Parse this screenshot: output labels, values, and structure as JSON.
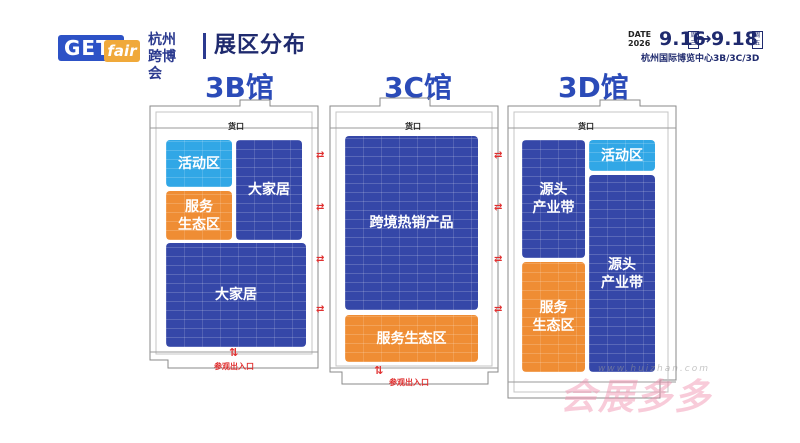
{
  "header": {
    "logo_get": "GET",
    "logo_fair": "fair",
    "logo_cn_line1": "杭州",
    "logo_cn_line2": "跨博会",
    "title": "展区分布",
    "date_word": "DATE",
    "date_year": "2026",
    "date_start": "9.16",
    "date_start_day1": "周",
    "date_start_day2": "三",
    "date_arrow": "→",
    "date_end": "9.18",
    "date_end_day1": "周",
    "date_end_day2": "五",
    "venue": "杭州国际博览中心3B/3C/3D"
  },
  "halls": [
    {
      "name": "3B馆",
      "cargo_label": "货口",
      "entrance_label": "参观出入口",
      "zones": [
        {
          "label_lines": [
            "活动区"
          ],
          "color": "cyan"
        },
        {
          "label_lines": [
            "大家居"
          ],
          "color": "blue"
        },
        {
          "label_lines": [
            "服务",
            "生态区"
          ],
          "color": "orange"
        },
        {
          "label_lines": [
            "大家居"
          ],
          "color": "blue"
        }
      ]
    },
    {
      "name": "3C馆",
      "cargo_label": "货口",
      "entrance_label": "参观出入口",
      "zones": [
        {
          "label_lines": [
            "跨境热销产品"
          ],
          "color": "blue"
        },
        {
          "label_lines": [
            "服务生态区"
          ],
          "color": "orange"
        }
      ]
    },
    {
      "name": "3D馆",
      "cargo_label": "货口",
      "zones": [
        {
          "label_lines": [
            "源头",
            "产业带"
          ],
          "color": "blue"
        },
        {
          "label_lines": [
            "活动区"
          ],
          "color": "cyan"
        },
        {
          "label_lines": [
            "源头",
            "产业带"
          ],
          "color": "blue"
        },
        {
          "label_lines": [
            "服务",
            "生态区"
          ],
          "color": "orange"
        }
      ]
    }
  ],
  "watermark": {
    "text": "会展多多",
    "url": "www.huizhan.com"
  },
  "colors": {
    "brand_blue": "#2b4bb8",
    "zone_blue": "#3547a8",
    "zone_orange": "#ef8d34",
    "zone_cyan": "#31a7e6",
    "entrance_red": "#e03030"
  }
}
